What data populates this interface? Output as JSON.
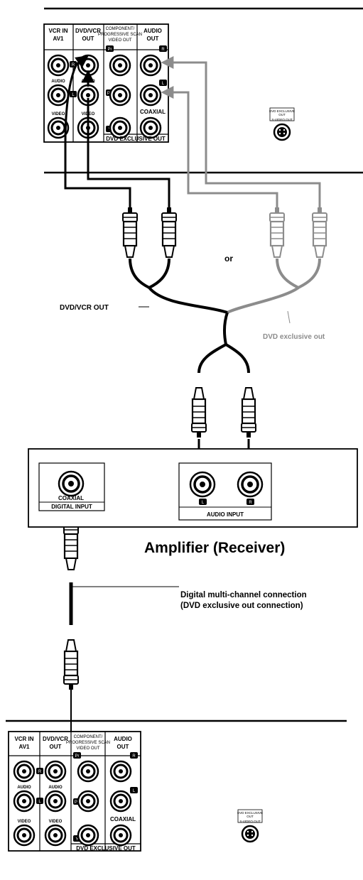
{
  "top_panel": {
    "headers": {
      "vcr_in_line1": "VCR IN",
      "vcr_in_line2": "AV1",
      "dvd_vcr_line1": "DVD/VCR",
      "dvd_vcr_line2": "OUT",
      "component_line1": "COMPONENT/",
      "component_line2": "PROGRESSIVE SCAN",
      "component_line3": "VIDEO OUT",
      "audio_out_line1": "AUDIO",
      "audio_out_line2": "OUT"
    },
    "labels": {
      "audio_left_col": "AUDIO",
      "audio_mid_col": "AUDIO",
      "video_left_col": "VIDEO",
      "video_mid_col": "VIDEO",
      "coaxial": "COAXIAL",
      "dvd_exclusive_out": "DVD EXCLUSIVE OUT",
      "badge_r": "R",
      "badge_l": "L",
      "badge_r_small": "R",
      "badge_l_small": "L",
      "badge_pr": "Pr",
      "badge_pb": "Pb",
      "badge_y": "Y"
    },
    "svideo": {
      "line1": "DVD EXCLUSIVE",
      "line2": "OUT",
      "line3": "S-VIDEO OUT"
    }
  },
  "cable_labels": {
    "or": "or",
    "dvd_vcr_out": "DVD/VCR OUT",
    "dvd_exclusive_out": "DVD exclusive out"
  },
  "amplifier": {
    "coaxial": "COAXIAL",
    "digital_input": "DIGITAL INPUT",
    "audio_input": "AUDIO INPUT",
    "badge_l": "L",
    "badge_r": "R",
    "title": "Amplifier (Receiver)"
  },
  "digital_connection": {
    "line1": "Digital multi-channel connection",
    "line2": "(DVD exclusive out connection)"
  },
  "bottom_panel": {
    "headers": {
      "vcr_in_line1": "VCR IN",
      "vcr_in_line2": "AV1",
      "dvd_vcr_line1": "DVD/VCR",
      "dvd_vcr_line2": "OUT",
      "component_line1": "COMPONENT/",
      "component_line2": "PROGRESSIVE SCAN",
      "component_line3": "VIDEO OUT",
      "audio_out_line1": "AUDIO",
      "audio_out_line2": "OUT"
    },
    "labels": {
      "audio_left_col": "AUDIO",
      "audio_mid_col": "AUDIO",
      "video_left_col": "VIDEO",
      "video_mid_col": "VIDEO",
      "coaxial": "COAXIAL",
      "dvd_exclusive_out": "DVD EXCLUSIVE OUT",
      "badge_r": "R",
      "badge_l": "L",
      "badge_r_small": "R",
      "badge_l_small": "L",
      "badge_pr": "Pr",
      "badge_pb": "Pb",
      "badge_y": "Y"
    },
    "svideo": {
      "line1": "DVD EXCLUSIVE",
      "line2": "OUT",
      "line3": "S-VIDEO OUT"
    }
  },
  "colors": {
    "line": "#000000",
    "gray_cable": "#8c8c8c",
    "light_gray": "#bdbdbd"
  }
}
